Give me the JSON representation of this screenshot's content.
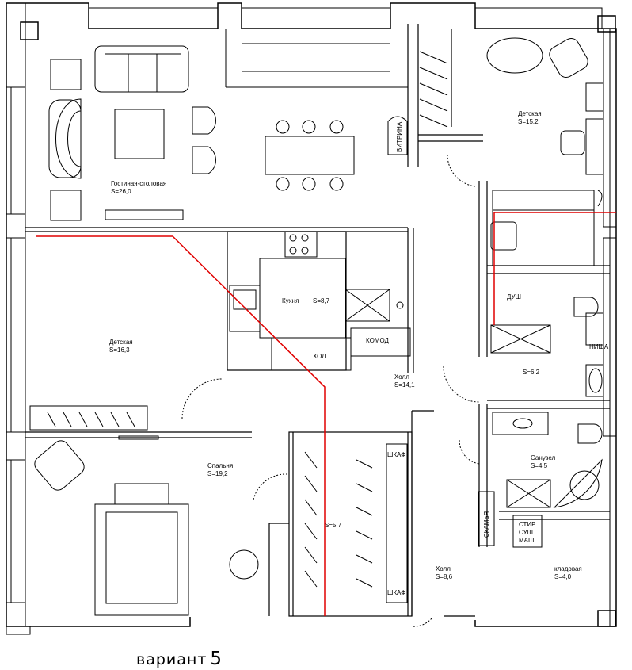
{
  "rooms": {
    "living": {
      "name": "Гостиная-столовая",
      "area": "S=26,0"
    },
    "kids_top": {
      "name": "Детская",
      "area": "S=15,2"
    },
    "kids_left": {
      "name": "Детская",
      "area": "S=16,3"
    },
    "kitchen": {
      "name": "Кухня",
      "area": "S=8,7"
    },
    "hall_center": {
      "name": "Холл",
      "area": "S=14,1"
    },
    "bath_top": {
      "area": "S=6,2"
    },
    "bedroom": {
      "name": "Спальня",
      "area": "S=19,2"
    },
    "wardrobe": {
      "area": "S=5,7"
    },
    "wc": {
      "name": "Санузел",
      "area": "S=4,5"
    },
    "hall_bottom": {
      "name": "Холл",
      "area": "S=8,6"
    },
    "storage": {
      "name": "кладовая",
      "area": "S=4,0"
    }
  },
  "furniture": {
    "vitrina": "ВИТРИНА",
    "hol": "ХОЛ",
    "komod": "КОМОД",
    "dush": "ДУШ",
    "nisha": "НИША",
    "shkaf_top": "ШКАФ",
    "shkaf_bottom": "ШКАФ",
    "skamya": "СКАМЬЯ",
    "dryer_l1": "СТИР",
    "dryer_l2": "СУШ",
    "dryer_l3": "МАШ"
  },
  "caption": {
    "label": "вариант",
    "number": "5"
  },
  "colors": {
    "walls": "#000000",
    "route": "#e00000",
    "background": "#ffffff"
  }
}
